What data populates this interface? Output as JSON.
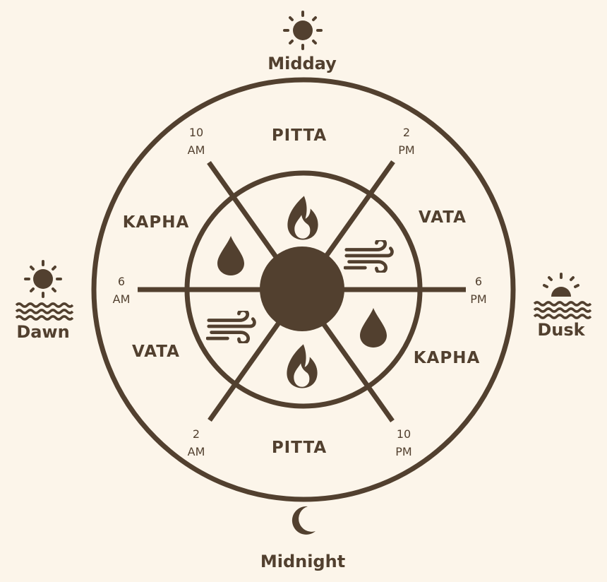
{
  "colors": {
    "background": "#fcf5ea",
    "ink": "#52402f"
  },
  "cardinals": {
    "top": {
      "label": "Midday",
      "icon": "sun-icon"
    },
    "bottom": {
      "label": "Midnight",
      "icon": "moon-icon"
    },
    "left": {
      "label": "Dawn",
      "icon": "sunrise-icon"
    },
    "right": {
      "label": "Dusk",
      "icon": "sunset-icon"
    }
  },
  "doshas": {
    "top": "PITTA",
    "upper_right": "VATA",
    "lower_right": "KAPHA",
    "bottom": "PITTA",
    "lower_left": "VATA",
    "upper_left": "KAPHA"
  },
  "times": {
    "t10am": {
      "num": "10",
      "unit": "AM"
    },
    "t2pm": {
      "num": "2",
      "unit": "PM"
    },
    "t6pm": {
      "num": "6",
      "unit": "PM"
    },
    "t10pm": {
      "num": "10",
      "unit": "PM"
    },
    "t2am": {
      "num": "2",
      "unit": "AM"
    },
    "t6am": {
      "num": "6",
      "unit": "AM"
    }
  },
  "element_icons": {
    "top": "fire-icon",
    "upper_right": "wind-icon",
    "lower_right": "water-drop-icon",
    "bottom": "fire-icon",
    "lower_left": "wind-icon",
    "upper_left": "water-drop-icon"
  }
}
